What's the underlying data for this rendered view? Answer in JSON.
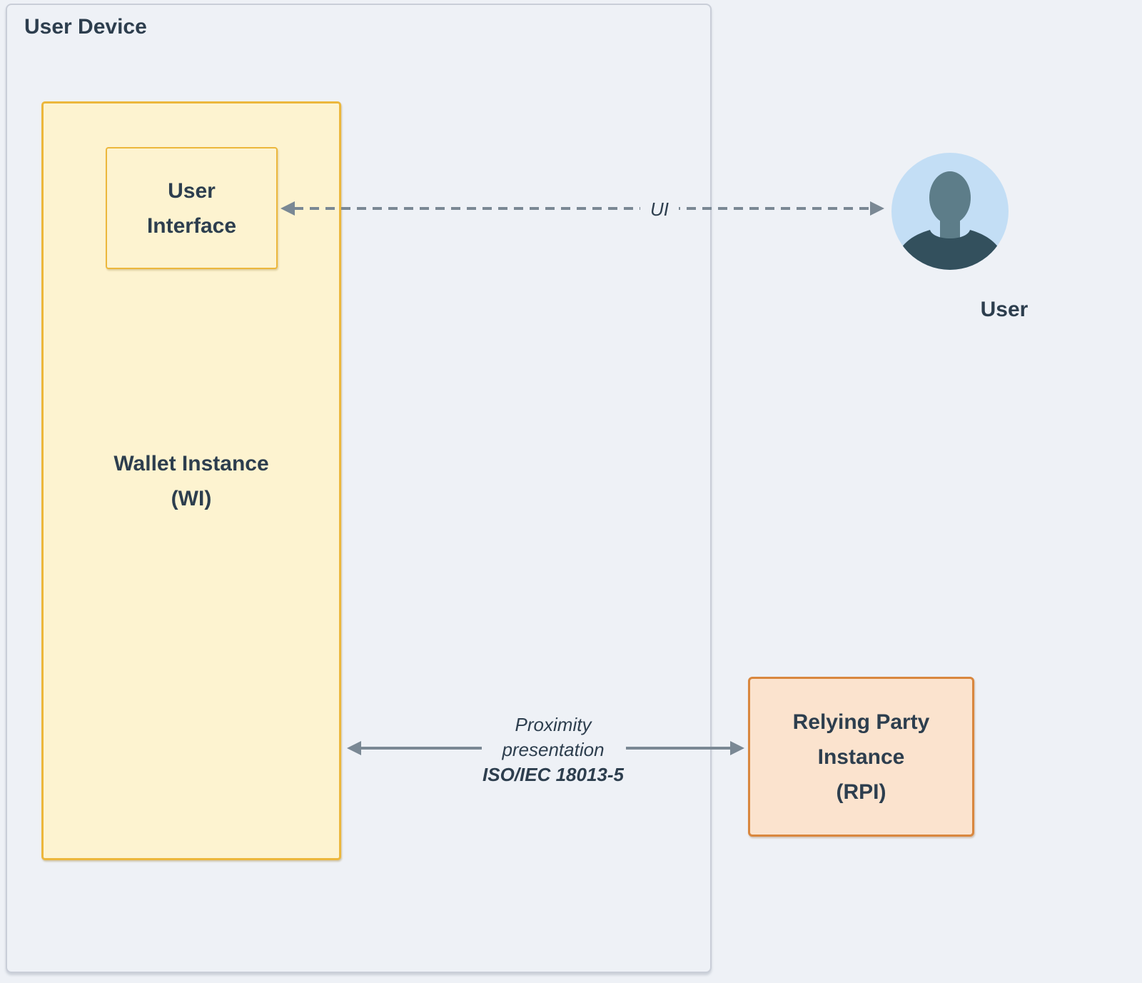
{
  "diagram": {
    "user_device": {
      "label": "User Device"
    },
    "wallet_instance": {
      "line1": "Wallet Instance",
      "line2": "(WI)"
    },
    "user_interface": {
      "line1": "User",
      "line2": "Interface"
    },
    "user_actor": {
      "label": "User"
    },
    "relying_party_instance": {
      "line1": "Relying Party",
      "line2": "Instance",
      "line3": "(RPI)"
    },
    "edges": {
      "ui": {
        "label": "UI",
        "style": "dashed",
        "from": "User",
        "to": "User Interface"
      },
      "proximity": {
        "line1": "Proximity",
        "line2": "presentation",
        "line3": "ISO/IEC 18013-5",
        "style": "solid",
        "from": "Wallet Instance (WI)",
        "to": "Relying Party Instance (RPI)"
      }
    }
  },
  "colors": {
    "canvas_bg": "#eef1f6",
    "container_border": "#c9ced8",
    "wallet_fill": "#fdf3d0",
    "wallet_border": "#ecb73c",
    "rpi_fill": "#fbe3ce",
    "rpi_border": "#d9873e",
    "avatar_bg": "#c3def5",
    "avatar_head": "#5d7d89",
    "avatar_body": "#33505d",
    "arrow": "#7a8894",
    "text": "#2d3e4e"
  }
}
